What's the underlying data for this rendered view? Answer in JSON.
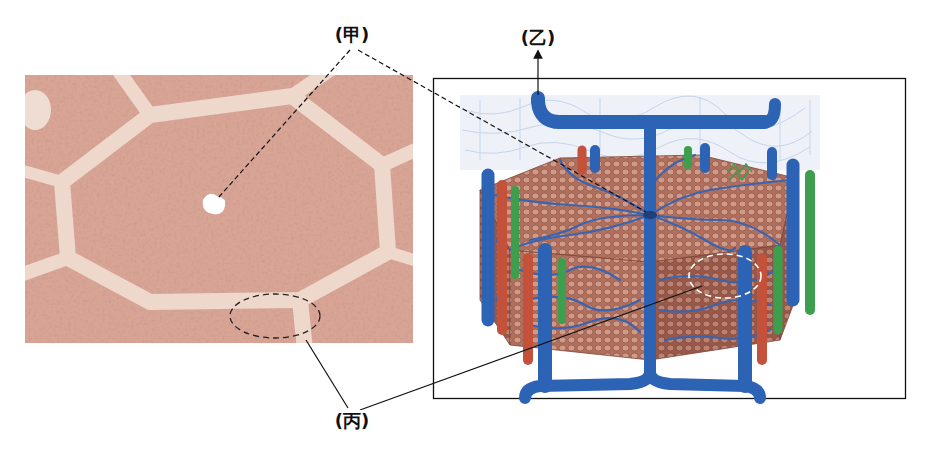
{
  "diagram": {
    "labels": [
      "(甲)",
      "(乙)",
      "(丙)"
    ]
  }
}
